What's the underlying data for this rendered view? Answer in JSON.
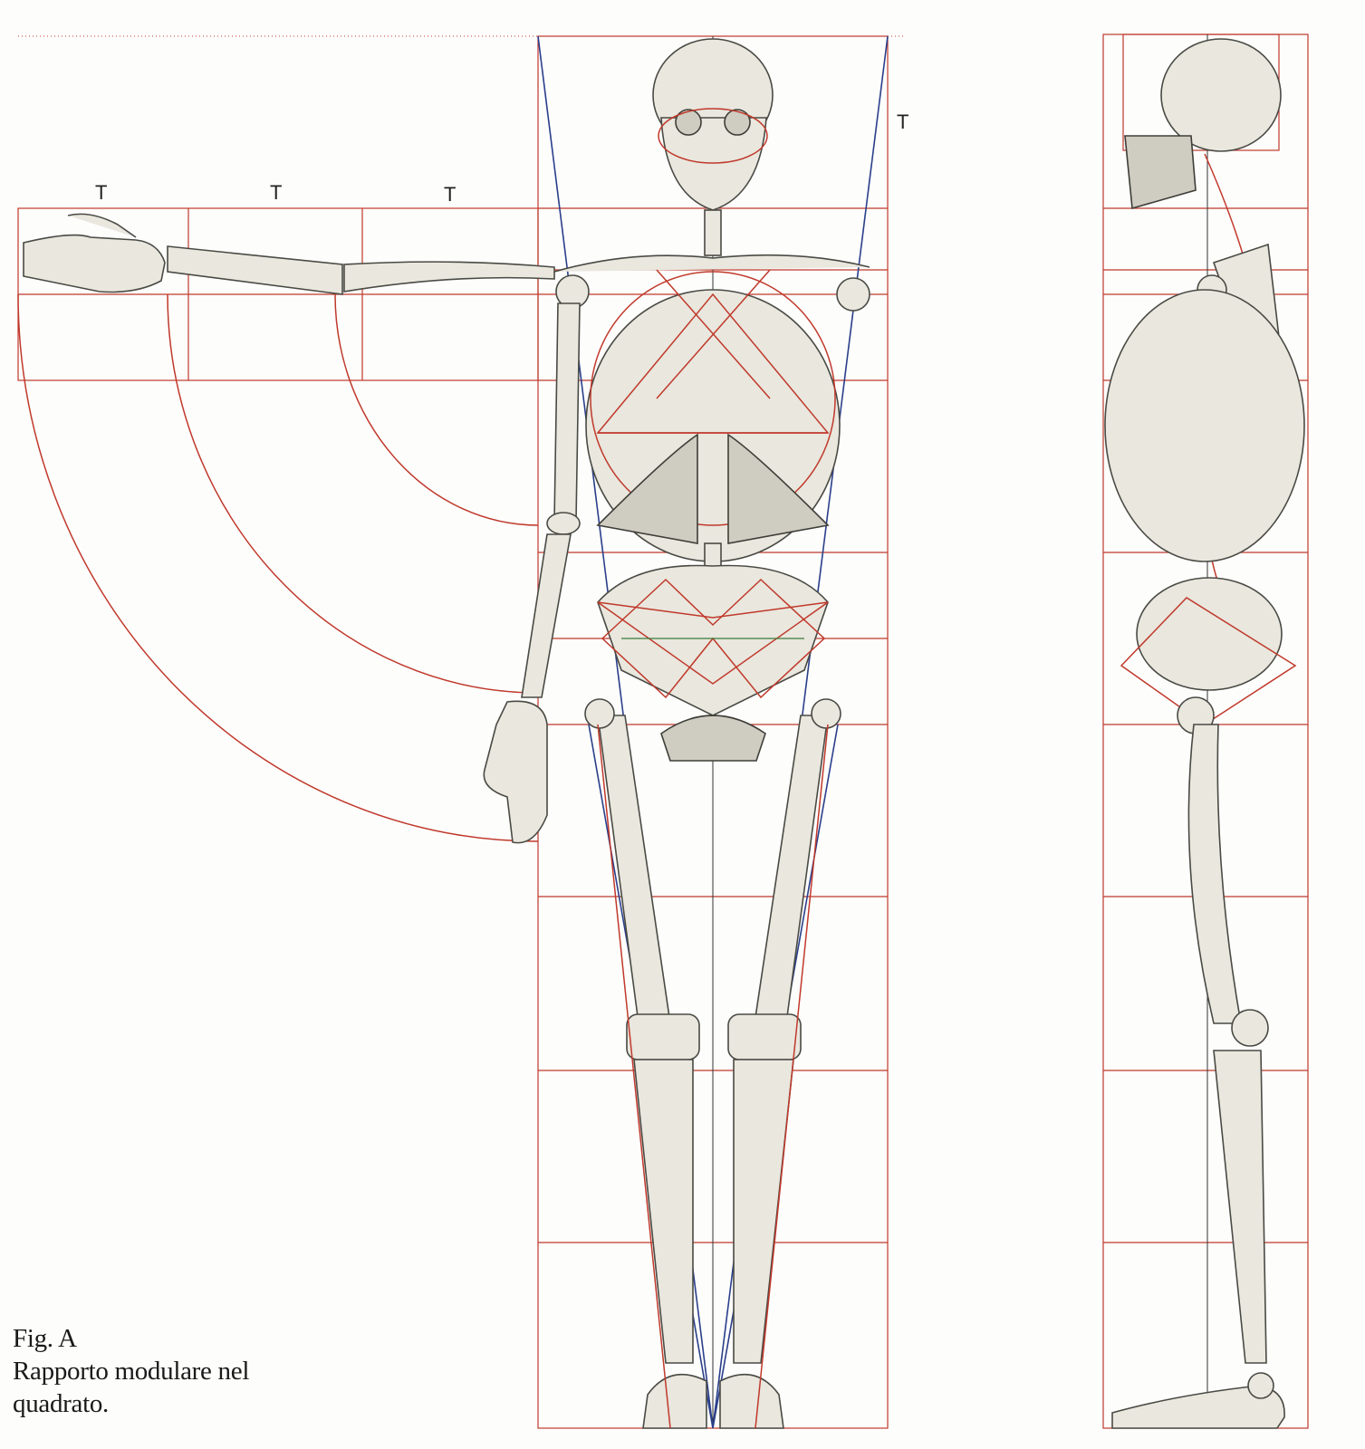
{
  "figure": {
    "module_labels": [
      "T",
      "T",
      "T",
      "T"
    ],
    "caption_title": "Fig. A",
    "caption_line1": "Rapporto modulare nel",
    "caption_line2": "quadrato."
  },
  "colors": {
    "construction_red": "#c0392b",
    "axis_blue": "#2a3f8a",
    "bone_fill": "#e9e7de"
  }
}
